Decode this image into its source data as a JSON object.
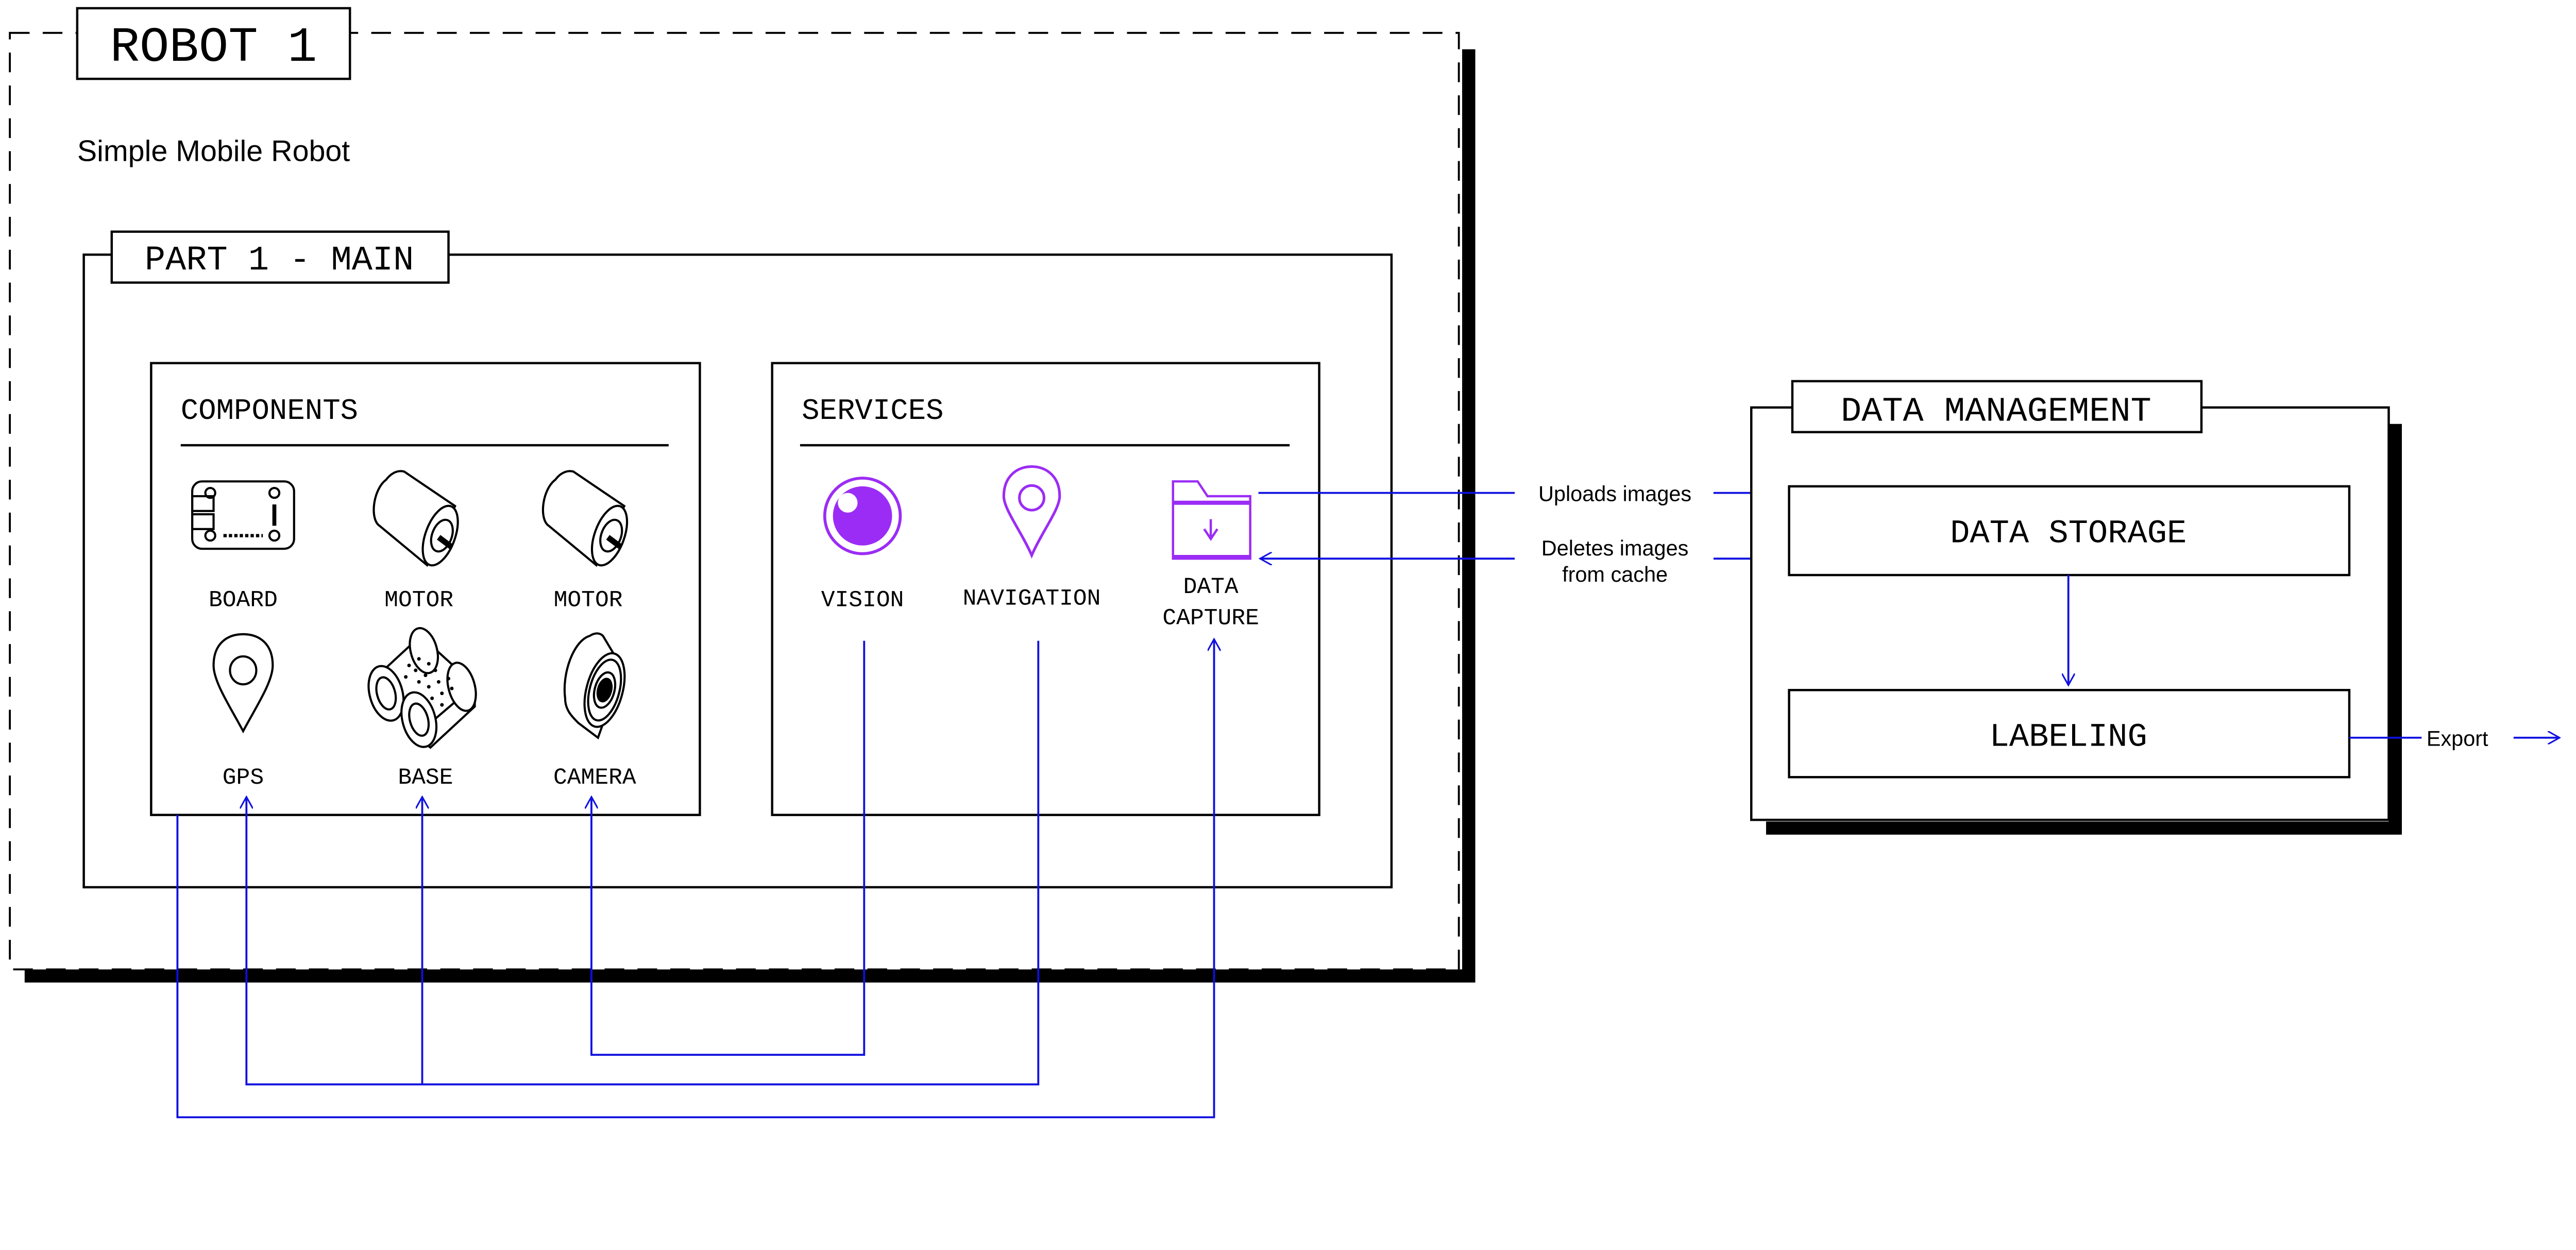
{
  "robot": {
    "title": "ROBOT 1",
    "subtitle": "Simple Mobile Robot",
    "part": {
      "title": "PART 1 - MAIN",
      "components": {
        "heading": "COMPONENTS",
        "items": [
          {
            "label": "BOARD",
            "icon": "board-icon"
          },
          {
            "label": "MOTOR",
            "icon": "motor-icon"
          },
          {
            "label": "MOTOR",
            "icon": "motor-icon"
          },
          {
            "label": "GPS",
            "icon": "gps-pin-icon"
          },
          {
            "label": "BASE",
            "icon": "robot-base-icon"
          },
          {
            "label": "CAMERA",
            "icon": "camera-icon"
          }
        ]
      },
      "services": {
        "heading": "SERVICES",
        "items": [
          {
            "label": "VISION",
            "icon": "vision-eye-icon"
          },
          {
            "label": "NAVIGATION",
            "icon": "navigation-pin-icon"
          },
          {
            "label_line1": "DATA",
            "label_line2": "CAPTURE",
            "icon": "folder-download-icon"
          }
        ]
      }
    }
  },
  "data_management": {
    "title": "DATA MANAGEMENT",
    "storage": "DATA STORAGE",
    "labeling": "LABELING"
  },
  "edges": {
    "uploads": "Uploads images",
    "deletes_line1": "Deletes images",
    "deletes_line2": "from cache",
    "export": "Export"
  },
  "colors": {
    "connector": "#1010e0",
    "service_icon": "#9b2cf5",
    "stroke": "#000000"
  }
}
